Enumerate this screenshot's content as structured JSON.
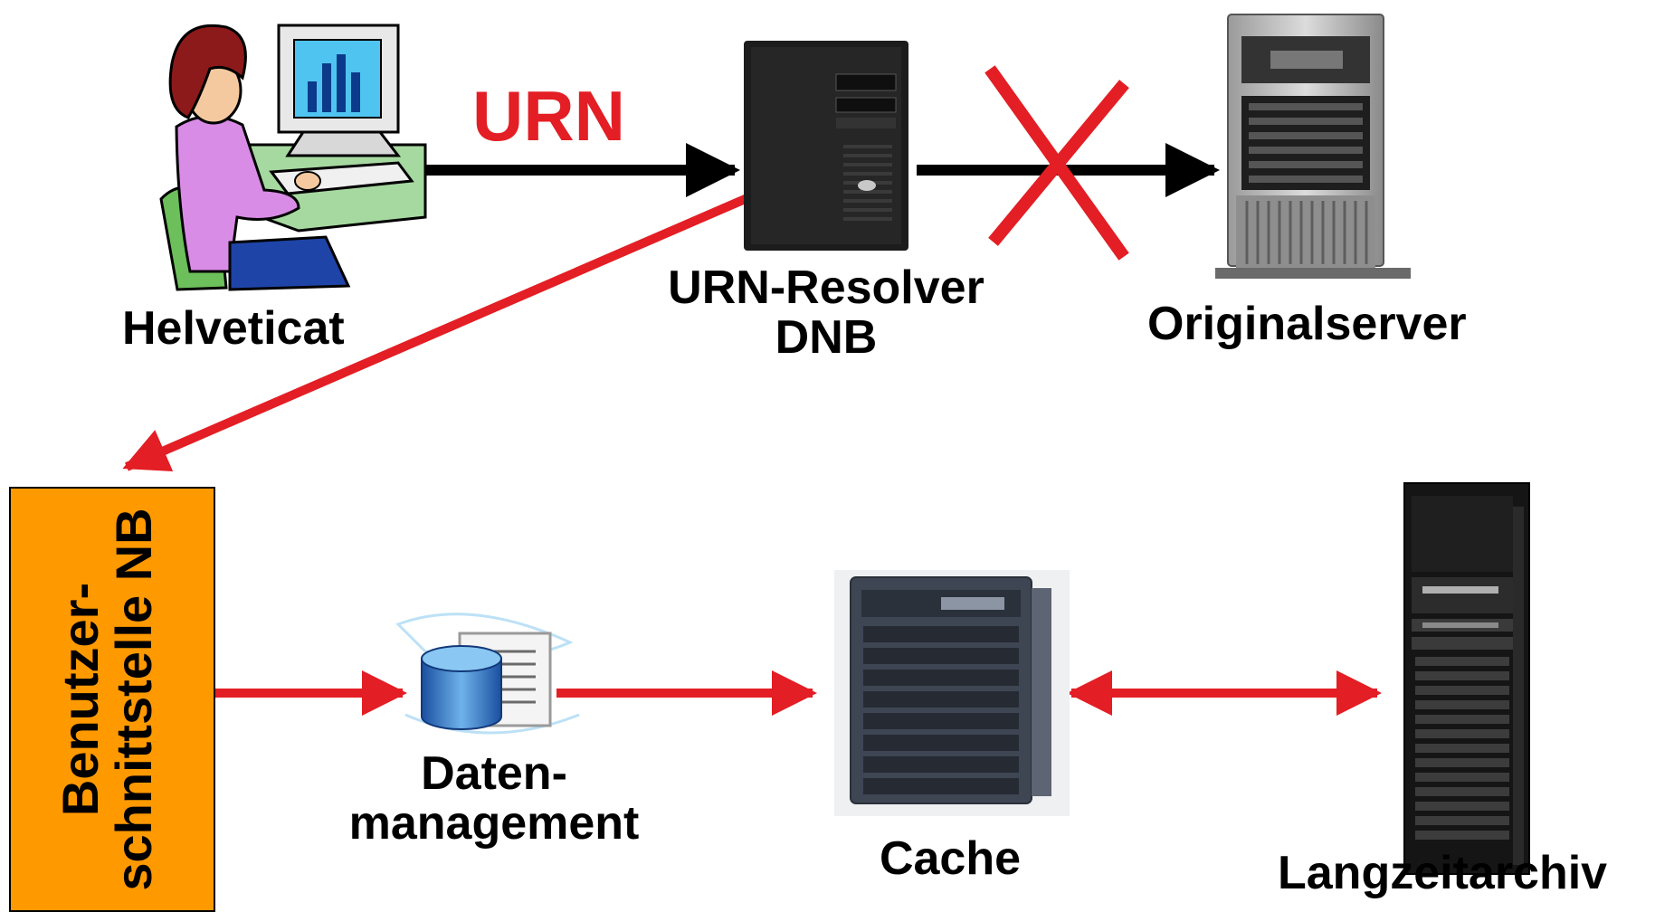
{
  "nodes": {
    "user": {
      "label": "Helveticat"
    },
    "resolver": {
      "line1": "URN-Resolver",
      "line2": "DNB"
    },
    "origin": {
      "label": "Originalserver"
    },
    "interface": {
      "line1": "Benutzer-",
      "line2": "schnittstelle NB"
    },
    "datamgmt": {
      "line1": "Daten-",
      "line2": "management"
    },
    "cache": {
      "label": "Cache"
    },
    "archive": {
      "label": "Langzeitarchiv"
    }
  },
  "edges": {
    "urn_label": "URN"
  },
  "colors": {
    "arrow_black": "#000000",
    "arrow_red": "#e31e24",
    "interface_box": "#ff9900"
  },
  "icons": {
    "user": "person-at-computer-icon",
    "resolver": "tower-server-icon",
    "origin": "tower-server-icon",
    "datamgmt": "database-document-icon",
    "cache": "rack-server-icon",
    "archive": "storage-rack-icon",
    "blocked": "red-x-icon"
  }
}
